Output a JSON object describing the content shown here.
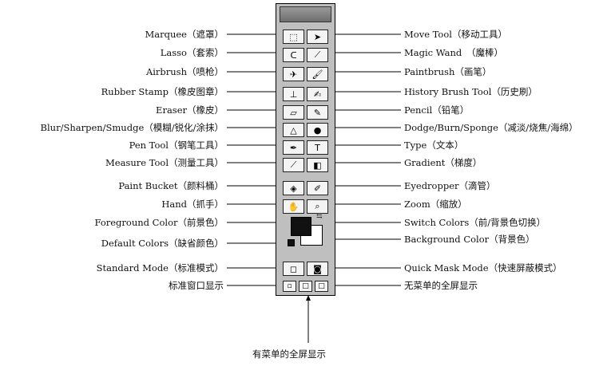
{
  "left_labels": [
    "Marquee（遮罩）",
    "Lasso（套索）",
    "Airbrush（喷枪）",
    "Rubber Stamp（橡皮图章）",
    "Eraser（橡皮）",
    "Blur/Sharpen/Smudge（模糊/锐化/涂抹）",
    "Pen Tool（钢笔工具）",
    "Measure Tool（测量工具）",
    "Paint Bucket（颜料桶）",
    "Hand（抓手）",
    "Foreground Color（前景色）",
    "Default Colors（缺省颜色）",
    "Standard Mode（标准模式）",
    "标准窗口显示"
  ],
  "right_labels": [
    "Move Tool（移动工具）",
    "Magic Wand　（魔棒）",
    "Paintbrush（画笔）",
    "History Brush Tool（历史刷）",
    "Pencil（铅笔）",
    "Dodge/Burn/Sponge（减淡/烧焦/海绵）",
    "Type（文本）",
    "Gradient（梯度）",
    "Eyedropper（滴管）",
    "Zoom（缩放）",
    "Switch Colors（前/背景色切换）",
    "Background Color（背景色）",
    "Quick Mask Mode（快速屏蔽模式）",
    "无菜单的全屏显示"
  ],
  "bottom_label": "有菜单的全屏显示",
  "tools": [
    {
      "name": "marquee-tool-icon",
      "glyph": "⬚"
    },
    {
      "name": "move-tool-icon",
      "glyph": "➤"
    },
    {
      "name": "lasso-tool-icon",
      "glyph": "ᑕ"
    },
    {
      "name": "magic-wand-tool-icon",
      "glyph": "⟋"
    },
    {
      "name": "airbrush-tool-icon",
      "glyph": "✈"
    },
    {
      "name": "paintbrush-tool-icon",
      "glyph": "🖌"
    },
    {
      "name": "rubber-stamp-tool-icon",
      "glyph": "⊥"
    },
    {
      "name": "history-brush-tool-icon",
      "glyph": "✍"
    },
    {
      "name": "eraser-tool-icon",
      "glyph": "▱"
    },
    {
      "name": "pencil-tool-icon",
      "glyph": "✎"
    },
    {
      "name": "blur-tool-icon",
      "glyph": "△"
    },
    {
      "name": "dodge-tool-icon",
      "glyph": "●"
    },
    {
      "name": "pen-tool-icon",
      "glyph": "✒"
    },
    {
      "name": "type-tool-icon",
      "glyph": "T"
    },
    {
      "name": "measure-tool-icon",
      "glyph": "⟋"
    },
    {
      "name": "gradient-tool-icon",
      "glyph": "◧"
    },
    {
      "name": "paint-bucket-tool-icon",
      "glyph": "◈"
    },
    {
      "name": "eyedropper-tool-icon",
      "glyph": "✐"
    },
    {
      "name": "hand-tool-icon",
      "glyph": "✋"
    },
    {
      "name": "zoom-tool-icon",
      "glyph": "⌕"
    }
  ],
  "mode_buttons": [
    {
      "name": "standard-mode-icon",
      "glyph": "◻"
    },
    {
      "name": "quick-mask-mode-icon",
      "glyph": "◙"
    }
  ],
  "screen_buttons": [
    {
      "name": "standard-window-icon",
      "glyph": "▫"
    },
    {
      "name": "full-screen-menu-icon",
      "glyph": "□"
    },
    {
      "name": "full-screen-no-menu-icon",
      "glyph": "□"
    }
  ],
  "colors": {
    "foreground": "#111111",
    "background": "#ffffff",
    "panel": "#bfbfbf"
  }
}
